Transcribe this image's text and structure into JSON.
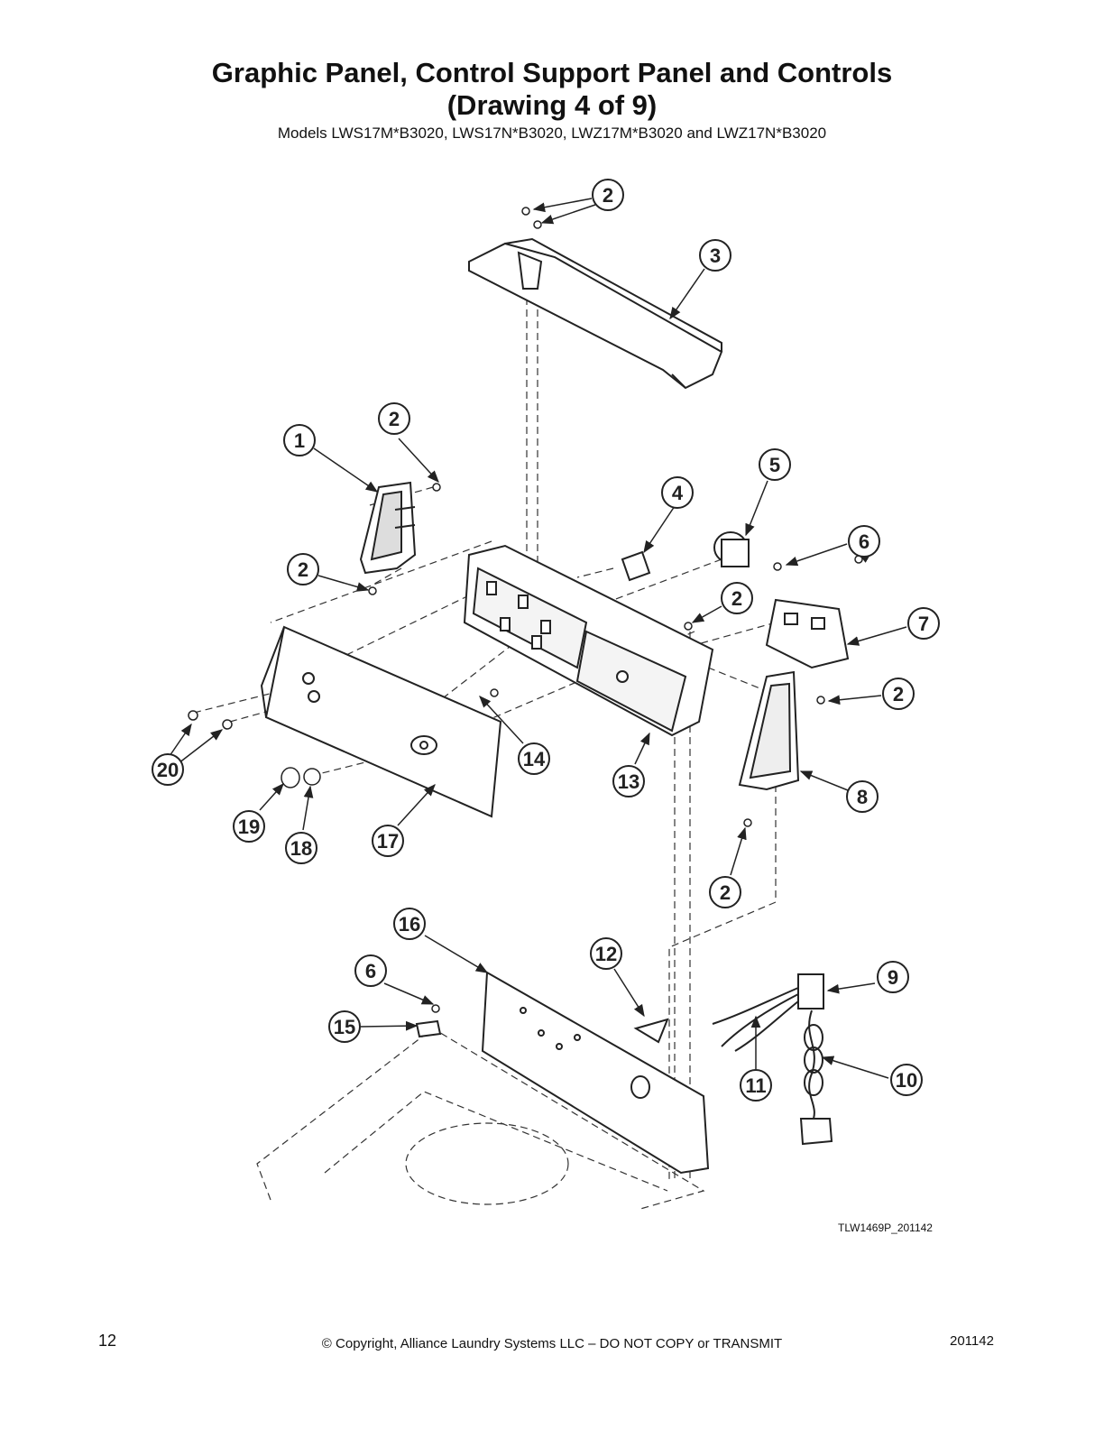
{
  "header": {
    "title_line1": "Graphic Panel, Control Support Panel and Controls",
    "title_line2": "(Drawing 4 of 9)",
    "subtitle": "Models LWS17M*B3020, LWS17N*B3020, LWZ17M*B3020 and LWZ17N*B3020"
  },
  "callouts": {
    "c2a": "2",
    "c3": "3",
    "c2b": "2",
    "c1": "1",
    "c5": "5",
    "c4": "4",
    "c6a": "6",
    "c2c": "2",
    "c2d": "2",
    "c7": "7",
    "c2e": "2",
    "c14": "14",
    "c20": "20",
    "c13": "13",
    "c8": "8",
    "c19": "19",
    "c18": "18",
    "c17": "17",
    "c2f": "2",
    "c16": "16",
    "c12": "12",
    "c6b": "6",
    "c9": "9",
    "c15": "15",
    "c11": "11",
    "c10": "10"
  },
  "drawing_id": "TLW1469P_201142",
  "footer": {
    "page_number": "12",
    "copyright": "© Copyright, Alliance Laundry Systems LLC – DO NOT COPY or TRANSMIT",
    "doc_code": "201142"
  },
  "colors": {
    "line": "#222222",
    "background": "#ffffff"
  }
}
